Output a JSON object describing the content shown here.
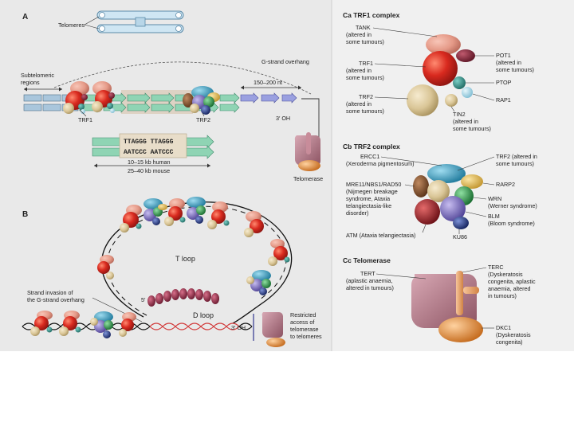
{
  "colors": {
    "panel_bg": "#e9e9e9",
    "panel_right_bg": "#f0f0f0",
    "repeat_arrow": "#8fd4b4",
    "overhang_arrow": "#9aa0e0",
    "subtelomere_block": "#a9c6dc",
    "trf1_red": "#d92a1f",
    "tan_protein": "#dcc9a0",
    "tank_pink": "#e79f8e",
    "pot1_maroon": "#8a2a3b",
    "ptop_teal": "#2f8f86",
    "rap1_lightblue": "#aad8e8",
    "ercc1_blue": "#3aa5c9",
    "rarp2_yellow": "#e8c35a",
    "wrn_green": "#2b9a4a",
    "blm_purple": "#7e6fb5",
    "atm_darkred": "#a3202a",
    "ku86_navy": "#243a8a",
    "telomerase_mauve": "#b07a88",
    "dkc1_orange": "#e8903a",
    "dna_red": "#d23a3a"
  },
  "panel_a": {
    "letter": "A",
    "telomeres": "Telomeres",
    "g_strand_overhang": "G-strand overhang",
    "subtelomeric_1": "Subtelomeric",
    "subtelomeric_2": "regions",
    "length_nt": "150–200 nt",
    "trf1": "TRF1",
    "trf2": "TRF2",
    "three_oh": "3′ OH",
    "seq_top": "TTAGGG TTAGGG",
    "seq_bottom": "AATCCC AATCCC",
    "length_human": "10–15 kb human",
    "length_mouse": "25–40 kb mouse",
    "telomerase": "Telomerase"
  },
  "panel_b": {
    "letter": "B",
    "t_loop": "T loop",
    "d_loop": "D loop",
    "strand_invasion_1": "Strand invasion of",
    "strand_invasion_2": "the G-strand overhang",
    "five_prime": "5′",
    "three_oh": "3′ OH",
    "restricted_1": "Restricted",
    "restricted_2": "access of",
    "restricted_3": "telomerase",
    "restricted_4": "to telomeres"
  },
  "panel_ca": {
    "title": "Ca TRF1 complex",
    "tank": [
      "TANK",
      "(altered in",
      "some tumours)"
    ],
    "trf1": [
      "TRF1",
      "(altered in",
      "some tumours)"
    ],
    "trf2": [
      "TRF2",
      "(altered in",
      "some tumours)"
    ],
    "pot1": [
      "POT1",
      "(altered in",
      "some tumours)"
    ],
    "ptop": [
      "PTOP"
    ],
    "rap1": [
      "RAP1"
    ],
    "tin2": [
      "TIN2",
      "(altered in",
      "some tumours)"
    ]
  },
  "panel_cb": {
    "title": "Cb TRF2 complex",
    "ercc1": [
      "ERCC1",
      "(Xeroderma pigmentosum)"
    ],
    "mre11": [
      "MRE11/NBS1/RAD50",
      "(Nijmegen breakage",
      "syndrome, Ataxia",
      "telangiectasia-like",
      "disorder)"
    ],
    "atm": [
      "ATM (Ataxia telangiectasia)"
    ],
    "trf2": [
      "TRF2 (altered in",
      "some tumours)"
    ],
    "rarp2": [
      "RARP2"
    ],
    "wrn": [
      "WRN",
      "(Werner syndrome)"
    ],
    "blm": [
      "BLM",
      "(Bloom syndrome)"
    ],
    "ku86": [
      "KU86"
    ]
  },
  "panel_cc": {
    "title": "Cc Telomerase",
    "tert": [
      "TERT",
      "(aplastic anaemia,",
      "altered in tumours)"
    ],
    "terc": [
      "TERC",
      "(Dyskeratosis",
      "congenita, aplastic",
      "anaemia, altered",
      "in tumours)"
    ],
    "dkc1": [
      "DKC1",
      "(Dyskeratosis",
      "congenita)"
    ]
  }
}
